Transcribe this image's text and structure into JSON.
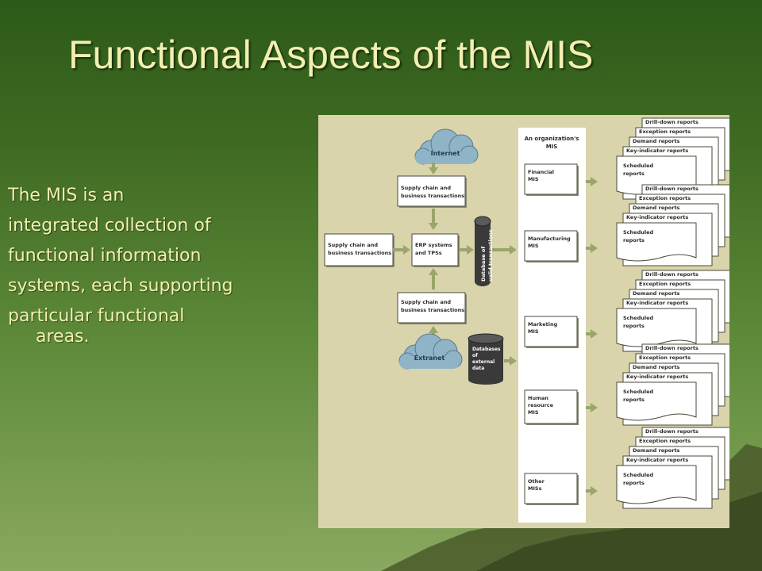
{
  "slide": {
    "title": "Functional Aspects of the MIS",
    "body_lines": [
      "The MIS is an",
      "integrated collection of",
      "functional information",
      "systems, each supporting",
      "particular functional",
      "areas."
    ]
  },
  "diagram": {
    "internet": "Internet",
    "extranet": "Extranet",
    "supply_chain_label": [
      "Supply chain and",
      "business transactions"
    ],
    "erp_label": [
      "ERP systems",
      "and TPSs"
    ],
    "db_valid_label": [
      "Database of",
      "valid transactions"
    ],
    "db_external_label": [
      "Databases",
      "of",
      "external",
      "data"
    ],
    "mis_column_title": [
      "An organization's",
      "MIS"
    ],
    "mis_items": [
      [
        "Financial",
        "MIS"
      ],
      [
        "Manufacturing",
        "MIS"
      ],
      [
        "Marketing",
        "MIS"
      ],
      [
        "Human",
        "resource",
        "MIS"
      ],
      [
        "Other",
        "MISs"
      ]
    ],
    "report_labels": [
      "Drill-down reports",
      "Exception reports",
      "Demand reports",
      "Key-indicator reports"
    ],
    "scheduled_label": [
      "Scheduled",
      "reports"
    ],
    "colors": {
      "panel": "#d9d4ac",
      "box_border": "#4a4a3a",
      "arrow": "#9aa56a",
      "cylinder": "#3a3a3a",
      "cloud": "#8fb4c8"
    }
  }
}
